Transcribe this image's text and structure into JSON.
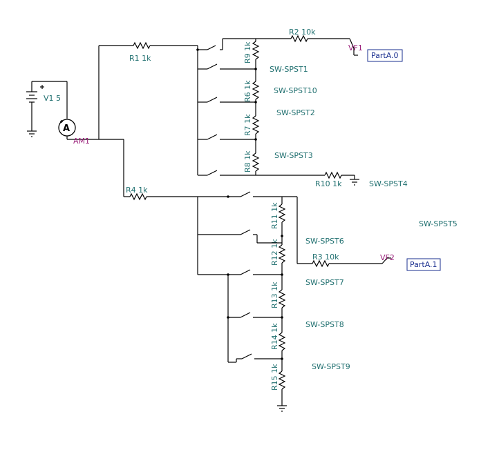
{
  "schematic": {
    "source": {
      "label": "V1 5"
    },
    "ammeter": {
      "label": "AM1",
      "symbol": "A"
    },
    "resistors": {
      "r1": "R1 1k",
      "r2": "R2 10k",
      "r3": "R3 10k",
      "r4": "R4 1k",
      "r6": "R6 1k",
      "r7": "R7 1k",
      "r8": "R8 1k",
      "r9": "R9 1k",
      "r10": "R10 1k",
      "r11": "R11 1k",
      "r12": "R12 1k",
      "r13": "R13 1k",
      "r14": "R14 1k",
      "r15": "R15 1k"
    },
    "switches": {
      "sw1": "SW-SPST1",
      "sw2": "SW-SPST2",
      "sw3": "SW-SPST3",
      "sw4": "SW-SPST4",
      "sw5": "SW-SPST5",
      "sw6": "SW-SPST6",
      "sw7": "SW-SPST7",
      "sw8": "SW-SPST8",
      "sw9": "SW-SPST9",
      "sw10": "SW-SPST10"
    },
    "probes": {
      "vf1": "VF1",
      "vf2": "VF2"
    },
    "ports": {
      "port0": "PartA.0",
      "port1": "PartA.1"
    }
  }
}
